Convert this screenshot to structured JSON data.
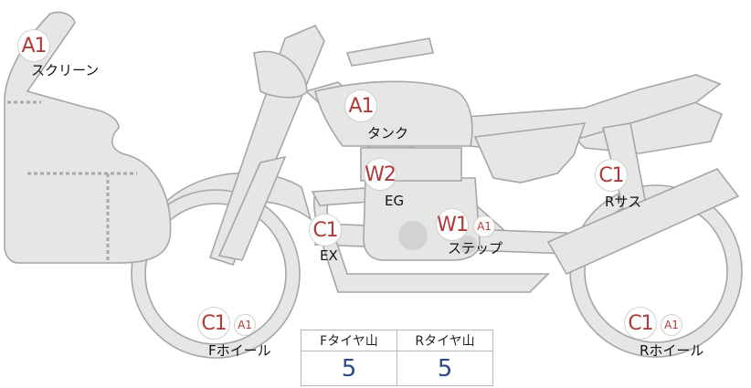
{
  "markers": {
    "screen": "A1",
    "tank": "A1",
    "engine": "W2",
    "exhaust": "C1",
    "step": "W1",
    "step_sub": "A1",
    "rear_suspension": "C1",
    "front_wheel": "C1",
    "front_wheel_sub": "A1",
    "rear_wheel": "C1",
    "rear_wheel_sub": "A1"
  },
  "labels": {
    "screen": "スクリーン",
    "tank": "タンク",
    "engine": "EG",
    "exhaust": "EX",
    "step": "ステップ",
    "rear_suspension": "Rサス",
    "front_wheel": "Fホイール",
    "rear_wheel": "Rホイール"
  },
  "tire_table": {
    "front_header": "Fタイヤ山",
    "rear_header": "Rタイヤ山",
    "front_value": "5",
    "rear_value": "5"
  },
  "colors": {
    "marker_text": "#b03a3a",
    "value_text": "#2c4a86",
    "part_fill": "#e6e6e4",
    "part_stroke": "#a6a6a6"
  }
}
